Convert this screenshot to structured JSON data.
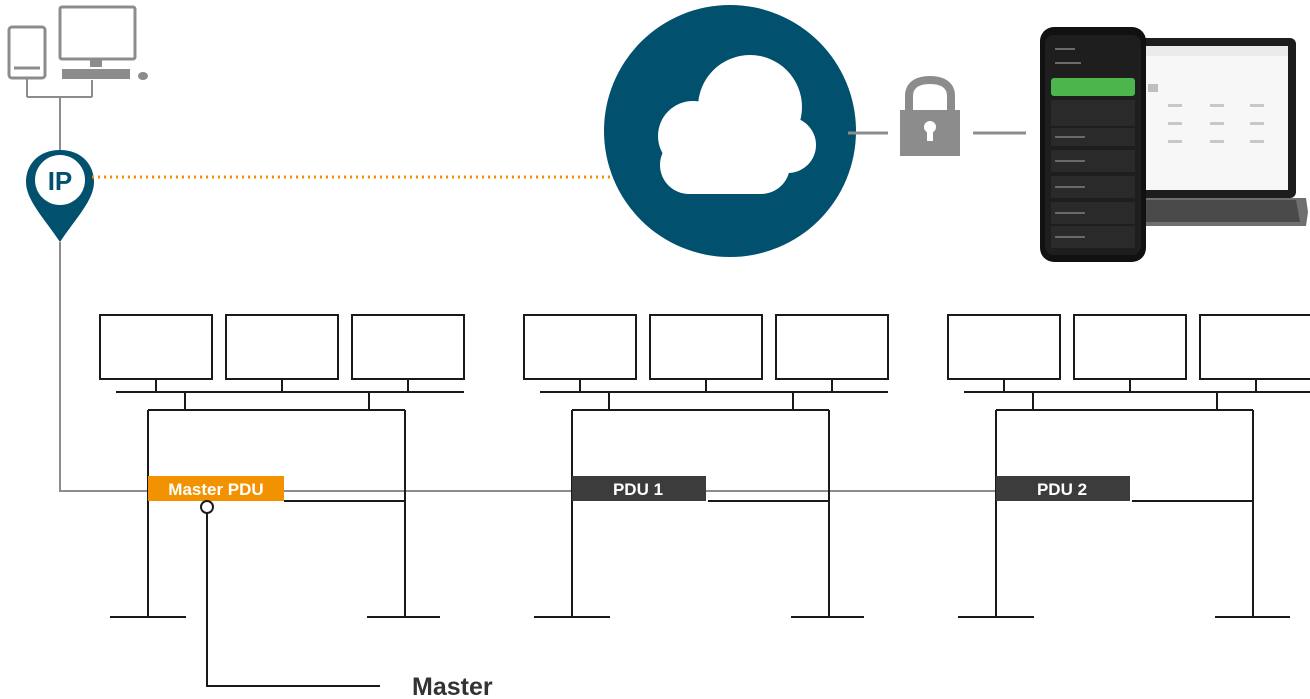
{
  "ip_marker": {
    "label": "IP"
  },
  "pdus": [
    {
      "label": "Master PDU",
      "role": "master"
    },
    {
      "label": "PDU 1",
      "role": "slave"
    },
    {
      "label": "PDU 2",
      "role": "slave"
    }
  ],
  "master_callout": {
    "label": "Master"
  },
  "colors": {
    "line_gray": "#8c8c8c",
    "rack_black": "#1a1a1a",
    "cloud_circle": "#00506e",
    "ip_pin": "#00506e",
    "master_orange": "#f39200",
    "pdu_dark": "#3c3c3c",
    "link_dotted_orange": "#f39200",
    "lock_gray": "#8c8c8c"
  },
  "icons": [
    "desktop-computer-icon",
    "tablet-icon",
    "cloud-icon",
    "padlock-icon",
    "laptop-icon",
    "smartphone-icon",
    "location-pin-icon"
  ]
}
